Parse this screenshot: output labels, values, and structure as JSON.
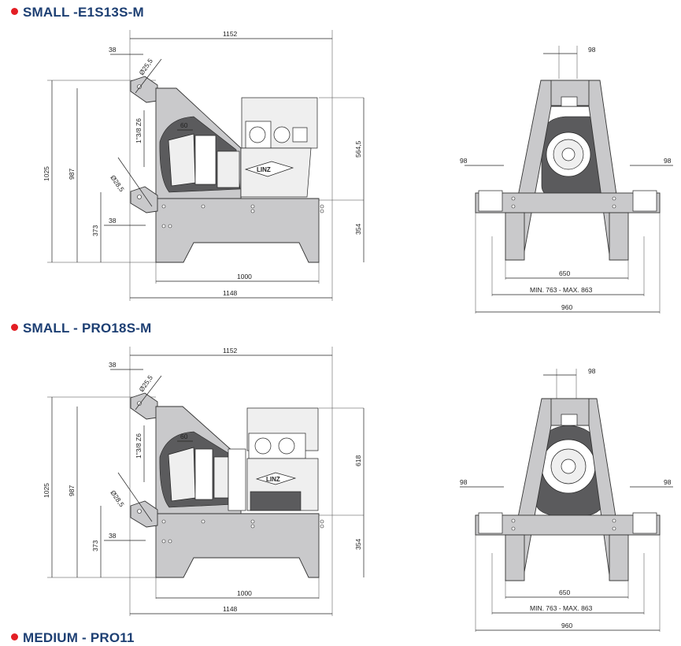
{
  "sections": [
    {
      "title": "SMALL -E1S13S-M",
      "side_view": {
        "width_total": "1152",
        "offset": "38",
        "hole_top": "Ø25,5",
        "hole_low": "Ø28,5",
        "thread": "1\"3/8 Z6",
        "flange": "60",
        "height_total": "1025",
        "height_mid": "987",
        "height_low": "373",
        "offset_low": "38",
        "alt_height": "564,5",
        "base_height": "354",
        "base_inner": "1000",
        "base_total": "1148"
      },
      "front_view": {
        "top": "98",
        "left": "98",
        "right": "98",
        "inner": "650",
        "range": "MIN. 763 - MAX. 863",
        "total": "960"
      }
    },
    {
      "title": "SMALL - PRO18S-M",
      "side_view": {
        "width_total": "1152",
        "offset": "38",
        "hole_top": "Ø25,5",
        "hole_low": "Ø28,5",
        "thread": "1\"3/8 Z6",
        "flange": "60",
        "height_total": "1025",
        "height_mid": "987",
        "height_low": "373",
        "offset_low": "38",
        "alt_height": "618",
        "base_height": "354",
        "base_inner": "1000",
        "base_total": "1148"
      },
      "front_view": {
        "top": "98",
        "left": "98",
        "right": "98",
        "inner": "650",
        "range": "MIN. 763 - MAX. 863",
        "total": "960"
      }
    }
  ],
  "footer_title": "MEDIUM - PRO11",
  "colors": {
    "title": "#1d3f73",
    "bullet": "#e31e24",
    "frame": "#c9c9cb",
    "dark": "#5b5b5d"
  }
}
